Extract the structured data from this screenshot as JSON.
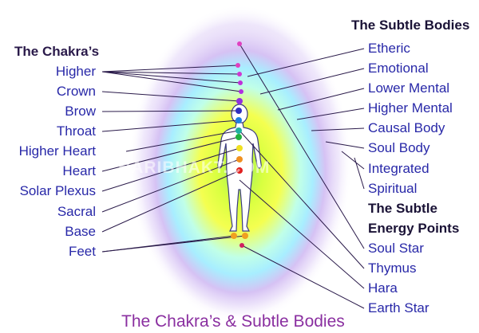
{
  "title": "The Chakra’s & Subtle Bodies",
  "watermark": "HARIBHAKT.COM",
  "left_heading": "The Chakra’s",
  "chakras": [
    "Higher",
    "Crown",
    "Brow",
    "Throat",
    "Higher Heart",
    "Heart",
    "Solar Plexus",
    "Sacral",
    "Base",
    "Feet"
  ],
  "right_heading": "The Subtle Bodies",
  "subtle_bodies": [
    "Etheric",
    "Emotional",
    "Lower Mental",
    "Higher Mental",
    "Causal Body",
    "Soul Body",
    "Integrated",
    "Spiritual"
  ],
  "energy_heading": [
    "The Subtle",
    "Energy Points"
  ],
  "energy_points": [
    "Soul Star",
    "Thymus",
    "Hara",
    "Earth Star"
  ],
  "colors": {
    "label_blue": "#2828a8",
    "heading_dark": "#2a1a4a",
    "title_purple": "#8a2fa0",
    "aura_outer": "#c8b0f0",
    "aura_mid": "#a8f0ff",
    "aura_inner": "#f0ff40",
    "aura_core": "#70e860",
    "figure": "#ffffff",
    "line": "#2a1a4a"
  }
}
